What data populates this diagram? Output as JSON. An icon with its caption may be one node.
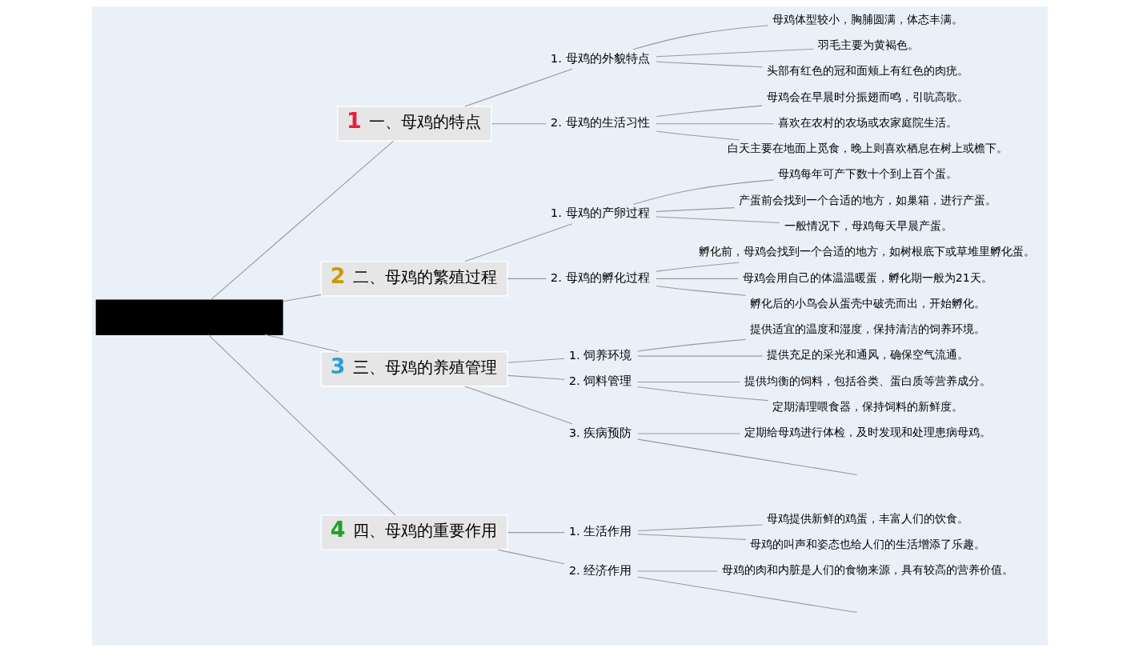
{
  "diagram": {
    "nodes": [
      {
        "text": [],
        "shape": "box"
      },
      {
        "text": [
          "1",
          "一、母鸡的特点"
        ]
      },
      {
        "text": [
          "1. 母鸡的外貌特点"
        ]
      },
      {
        "text": [
          "母鸡体型较小，胸脯圆满，体态丰满。"
        ]
      },
      {
        "text": [
          "羽毛主要为黄褐色。"
        ]
      },
      {
        "text": [
          "头部有红色的冠和面颊上有红色的肉疣。"
        ]
      },
      {
        "text": [
          "2. 母鸡的生活习性"
        ]
      },
      {
        "text": [
          "母鸡会在早晨时分振翅而鸣，引吭高歌。"
        ]
      },
      {
        "text": [
          "喜欢在农村的农场或农家庭院生活。"
        ]
      },
      {
        "text": [
          "白天主要在地面上觅食，晚上则喜欢栖息在树上或檐下。"
        ]
      },
      {
        "text": [
          "2",
          "二、母鸡的繁殖过程"
        ]
      },
      {
        "text": [
          "1. 母鸡的产卵过程"
        ]
      },
      {
        "text": [
          "母鸡每年可产下数十个到上百个蛋。"
        ]
      },
      {
        "text": [
          "产蛋前会找到一个合适的地方，如巢箱，进行产蛋。"
        ]
      },
      {
        "text": [
          "一般情况下，母鸡每天早晨产蛋。"
        ]
      },
      {
        "text": [
          "2. 母鸡的孵化过程"
        ]
      },
      {
        "text": [
          "孵化前，母鸡会找到一个合适的地方，如树根底下或草堆里孵化蛋。"
        ]
      },
      {
        "text": [
          "母鸡会用自己的体温温暖蛋，孵化期一般为21天。"
        ]
      },
      {
        "text": [
          "孵化后的小鸟会从蛋壳中破壳而出，开始孵化。"
        ]
      },
      {
        "text": [
          "3",
          "三、母鸡的养殖管理"
        ]
      },
      {
        "text": [
          "1. 饲养环境"
        ]
      },
      {
        "text": [
          "提供适宜的温度和湿度，保持清洁的饲养环境。"
        ]
      },
      {
        "text": [
          "提供充足的采光和通风，确保空气流通。"
        ]
      },
      {
        "text": [
          "2. 饲料管理"
        ]
      },
      {
        "text": [
          "提供均衡的饲料，包括谷类、蛋白质等营养成分。"
        ]
      },
      {
        "text": [
          "定期清理喂食器，保持饲料的新鲜度。"
        ]
      },
      {
        "text": [
          "3. 疾病预防"
        ]
      },
      {
        "text": [
          "定期给母鸡进行体检，及时发现和处理患病母鸡。"
        ]
      },
      {
        "text": [
          "4",
          "四、母鸡的重要作用"
        ]
      },
      {
        "text": [
          "1. 生活作用"
        ]
      },
      {
        "text": [
          "母鸡提供新鲜的鸡蛋，丰富人们的饮食。"
        ]
      },
      {
        "text": [
          "母鸡的叫声和姿态也给人们的生活增添了乐趣。"
        ]
      },
      {
        "text": [
          "2. 经济作用"
        ]
      },
      {
        "text": [
          "母鸡的肉和内脏是人们的食物来源，具有较高的营养价值。"
        ]
      }
    ],
    "edges": [
      {
        "from": 0,
        "to": 1,
        "arrow": "none"
      },
      {
        "from": 1,
        "to": 2,
        "arrow": "none"
      },
      {
        "from": 2,
        "to": 3,
        "arrow": "none"
      },
      {
        "from": 2,
        "to": 4,
        "arrow": "none"
      },
      {
        "from": 2,
        "to": 5,
        "arrow": "none"
      },
      {
        "from": 1,
        "to": 6,
        "arrow": "none"
      },
      {
        "from": 6,
        "to": 7,
        "arrow": "none"
      },
      {
        "from": 6,
        "to": 8,
        "arrow": "none"
      },
      {
        "from": 6,
        "to": 9,
        "arrow": "none"
      },
      {
        "from": 0,
        "to": 10,
        "arrow": "none"
      },
      {
        "from": 10,
        "to": 11,
        "arrow": "none"
      },
      {
        "from": 11,
        "to": 12,
        "arrow": "none"
      },
      {
        "from": 11,
        "to": 13,
        "arrow": "none"
      },
      {
        "from": 11,
        "to": 14,
        "arrow": "none"
      },
      {
        "from": 10,
        "to": 15,
        "arrow": "none"
      },
      {
        "from": 15,
        "to": 16,
        "arrow": "none"
      },
      {
        "from": 15,
        "to": 17,
        "arrow": "none"
      },
      {
        "from": 15,
        "to": 18,
        "arrow": "none"
      },
      {
        "from": 0,
        "to": 19,
        "arrow": "none"
      },
      {
        "from": 19,
        "to": 20,
        "arrow": "none"
      },
      {
        "from": 20,
        "to": 21,
        "arrow": "none"
      },
      {
        "from": 20,
        "to": 22,
        "arrow": "none"
      },
      {
        "from": 19,
        "to": 23,
        "arrow": "none"
      },
      {
        "from": 23,
        "to": 24,
        "arrow": "none"
      },
      {
        "from": 23,
        "to": 25,
        "arrow": "none"
      },
      {
        "from": 19,
        "to": 26,
        "arrow": "none"
      },
      {
        "from": 26,
        "to": 27,
        "arrow": "none"
      },
      {
        "from": 26,
        "to": null,
        "arrow": "none"
      },
      {
        "from": 0,
        "to": 28,
        "arrow": "none"
      },
      {
        "from": 28,
        "to": 29,
        "arrow": "none"
      },
      {
        "from": 29,
        "to": 30,
        "arrow": "none"
      },
      {
        "from": 29,
        "to": 31,
        "arrow": "none"
      },
      {
        "from": 28,
        "to": 32,
        "arrow": "none"
      },
      {
        "from": 32,
        "to": 33,
        "arrow": "none"
      },
      {
        "from": 32,
        "to": null,
        "arrow": "none"
      }
    ]
  }
}
